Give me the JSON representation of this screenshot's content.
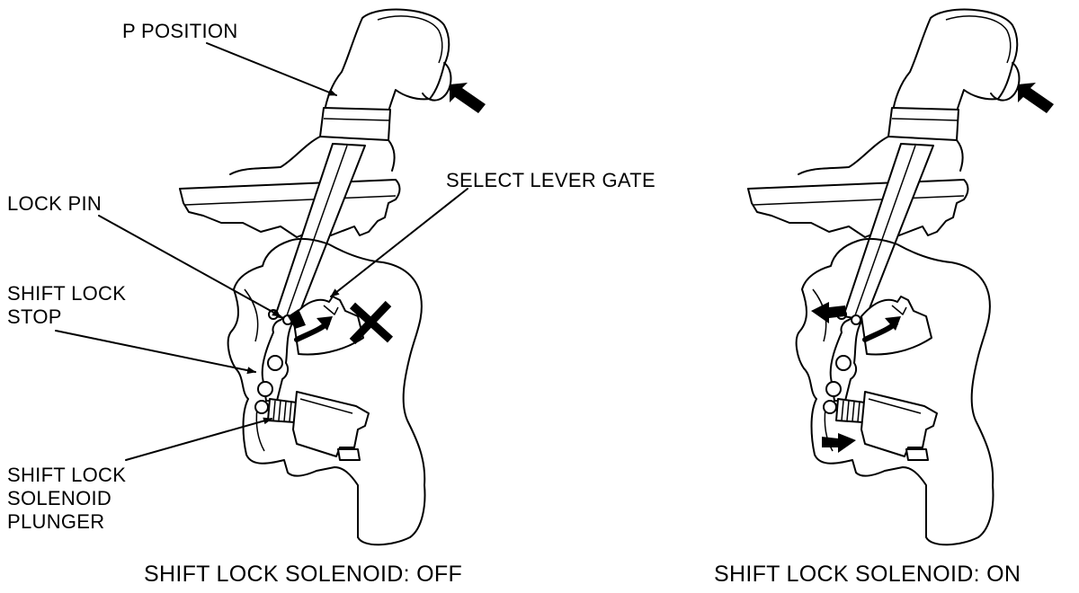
{
  "labels": {
    "p_position": "P POSITION",
    "select_lever_gate": "SELECT LEVER GATE",
    "lock_pin": "LOCK PIN",
    "shift_lock_stop": [
      "SHIFT LOCK",
      "STOP"
    ],
    "solenoid_plunger": [
      "SHIFT LOCK",
      "SOLENOID",
      "PLUNGER"
    ]
  },
  "captions": {
    "left": "SHIFT LOCK SOLENOID: OFF",
    "right": "SHIFT LOCK SOLENOID: ON"
  }
}
